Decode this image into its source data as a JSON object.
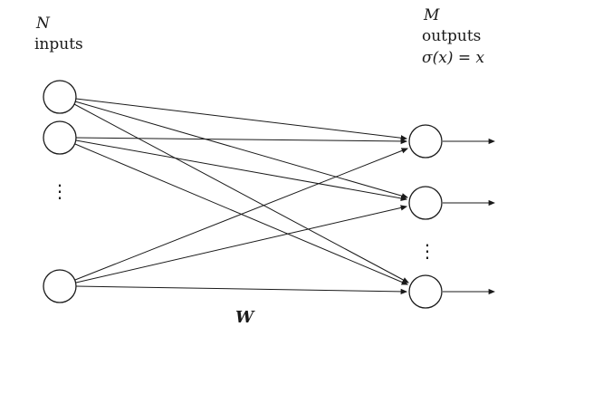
{
  "diagram": {
    "left_block": {
      "line1": "N",
      "line2": "inputs"
    },
    "right_block": {
      "line1": "M",
      "line2": "outputs",
      "line3": "σ(x) = x"
    },
    "weights_label": "W",
    "ellipsis": "⋮",
    "structure": {
      "type": "fully-connected-single-layer-network",
      "input_nodes_visible": 3,
      "output_nodes_visible": 3,
      "weight_edges_visible": 9,
      "output_arrows_visible": 3
    }
  }
}
